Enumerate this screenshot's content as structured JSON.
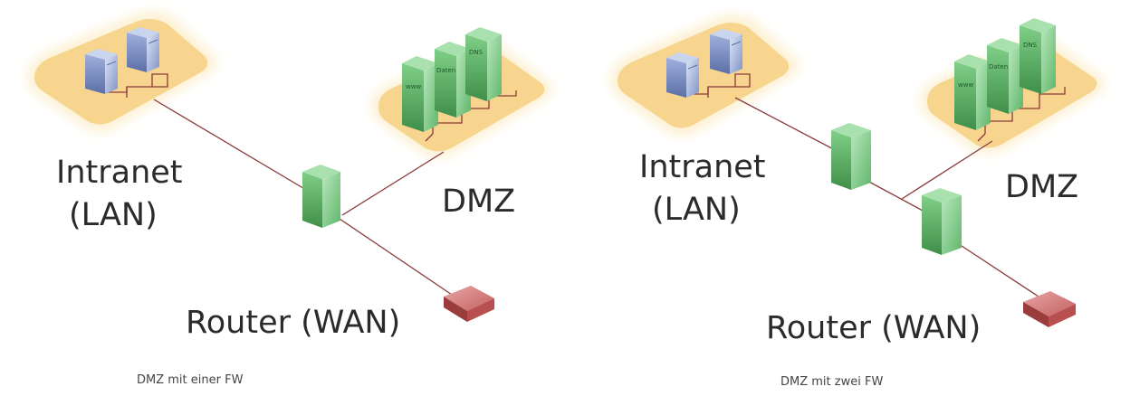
{
  "left_panel": {
    "intranet_line1": "Intranet",
    "intranet_line2": "(LAN)",
    "dmz_label": "DMZ",
    "router_label": "Router (WAN)",
    "caption": "DMZ mit einer FW"
  },
  "right_panel": {
    "intranet_line1": "Intranet",
    "intranet_line2": "(LAN)",
    "dmz_label": "DMZ",
    "router_label": "Router (WAN)",
    "caption": "DMZ mit zwei FW"
  },
  "server_tags": [
    "www",
    "Daten",
    "DNS"
  ],
  "colors": {
    "zone_fill": "#f7d58e",
    "zone_glow": "#fdf1d3",
    "cable": "#8b3a3a",
    "pc": "#8a9fd0",
    "server_green": "#7ccf85",
    "router_red": "#b84a4a"
  }
}
